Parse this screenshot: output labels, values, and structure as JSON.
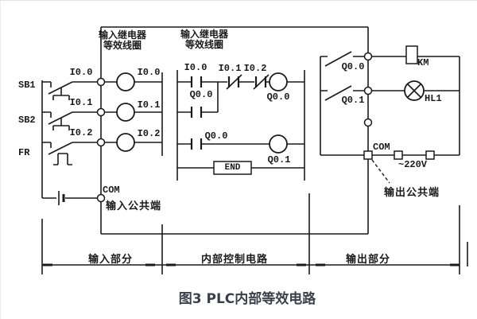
{
  "caption": "图3 PLC内部等效电路",
  "headers": {
    "coil_section": {
      "line1": "输入继电器",
      "line2": "等效线圈"
    },
    "contact_section": {
      "line1": "输入继电器",
      "line2": "等效线圈"
    }
  },
  "input_section": {
    "devices": [
      "SB1",
      "SB2",
      "FR"
    ],
    "terminal_labels": [
      "I0.0",
      "I0.1",
      "I0.2"
    ],
    "coil_labels": [
      "I0.0",
      "I0.1",
      "I0.2"
    ],
    "com_label": "COM",
    "common_terminal": "输入公共端"
  },
  "ladder": {
    "rung1": {
      "contact1": "I0.0",
      "contact2": "I0.1",
      "contact3": "I0.2",
      "branch_contact": "Q0.0",
      "coil": "Q0.0"
    },
    "rung2": {
      "contact": "Q0.0",
      "coil": "Q0.1"
    },
    "end_block": "END"
  },
  "output_section": {
    "contacts": [
      "Q0.0",
      "Q0.1"
    ],
    "contactor_label": "KM",
    "lamp_label": "HL1",
    "com_label": "COM",
    "voltage": "~220V",
    "common_terminal": "输出公共端"
  },
  "sections": {
    "input": "输入部分",
    "internal": "内部控制电路",
    "output": "输出部分"
  },
  "colors": {
    "line": "#1a1a1a",
    "caption": "#3e3f4a",
    "background": "#ffffff"
  }
}
